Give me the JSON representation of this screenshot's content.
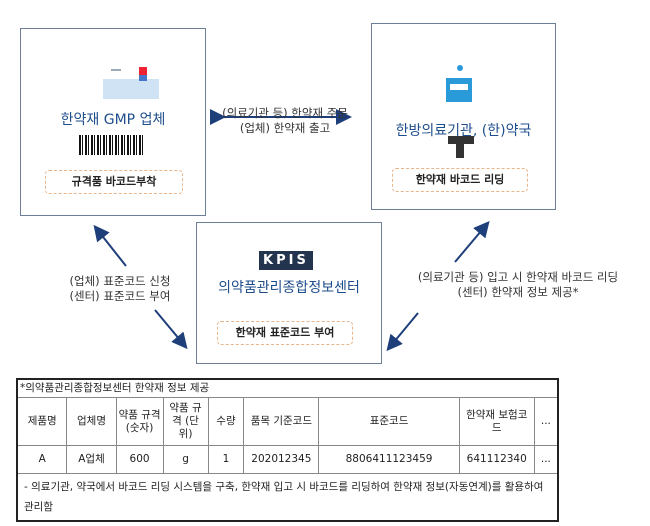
{
  "nodes": {
    "gmp": {
      "title": "한약재 GMP 업체",
      "tag": "규격품 바코드부착"
    },
    "clinic": {
      "title": "한방의료기관, (한)약국",
      "tag": "한약재 바코드 리딩"
    },
    "center": {
      "logo": "KPIS",
      "title": "의약품관리종합정보센터",
      "tag": "한약재 표준코드 부여"
    }
  },
  "edges": {
    "top": [
      "(의료기관 등) 한약재 주문",
      "(업체) 한약재 출고"
    ],
    "left": [
      "(업체) 표준코드 신청",
      "(센터) 표준코드 부여"
    ],
    "right": [
      "(의료기관 등) 입고 시 한약재 바코드 리딩",
      "(센터) 한약재 정보 제공*"
    ]
  },
  "table": {
    "title": "*의약품관리종합정보센터 한약재 정보 제공",
    "headers": [
      "제품명",
      "업체명",
      "약품 규격 (숫자)",
      "약품 규격 (단위)",
      "수량",
      "품목 기준코드",
      "표준코드",
      "한약재 보험코드",
      "..."
    ],
    "row": [
      "A",
      "A업체",
      "600",
      "g",
      "1",
      "202012345",
      "8806411123459",
      "641112340",
      "..."
    ],
    "note": "- 의료기관, 약국에서 바코드 리딩 시스템을 구축, 한약재 입고 시 바코드를 리딩하여 한약재 정보(자동연계)를 활용하여 관리함"
  },
  "colors": {
    "arrow": "#1f3f7a",
    "title": "#1f4e8c",
    "dash": "#e8b48a"
  }
}
